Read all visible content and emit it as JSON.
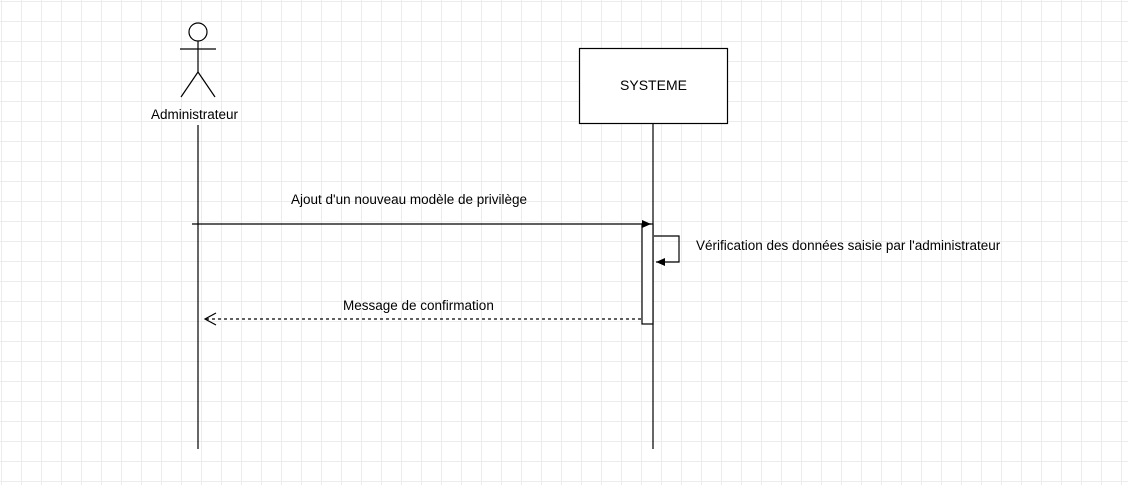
{
  "diagram": {
    "actor": {
      "name": "Administrateur"
    },
    "system": {
      "name": "SYSTEME"
    },
    "messages": [
      {
        "text": "Ajout d'un nouveau modèle de privilège",
        "type": "sync"
      },
      {
        "text": "Vérification des données saisie par l'administrateur",
        "type": "self"
      },
      {
        "text": "Message de confirmation",
        "type": "return"
      }
    ]
  }
}
